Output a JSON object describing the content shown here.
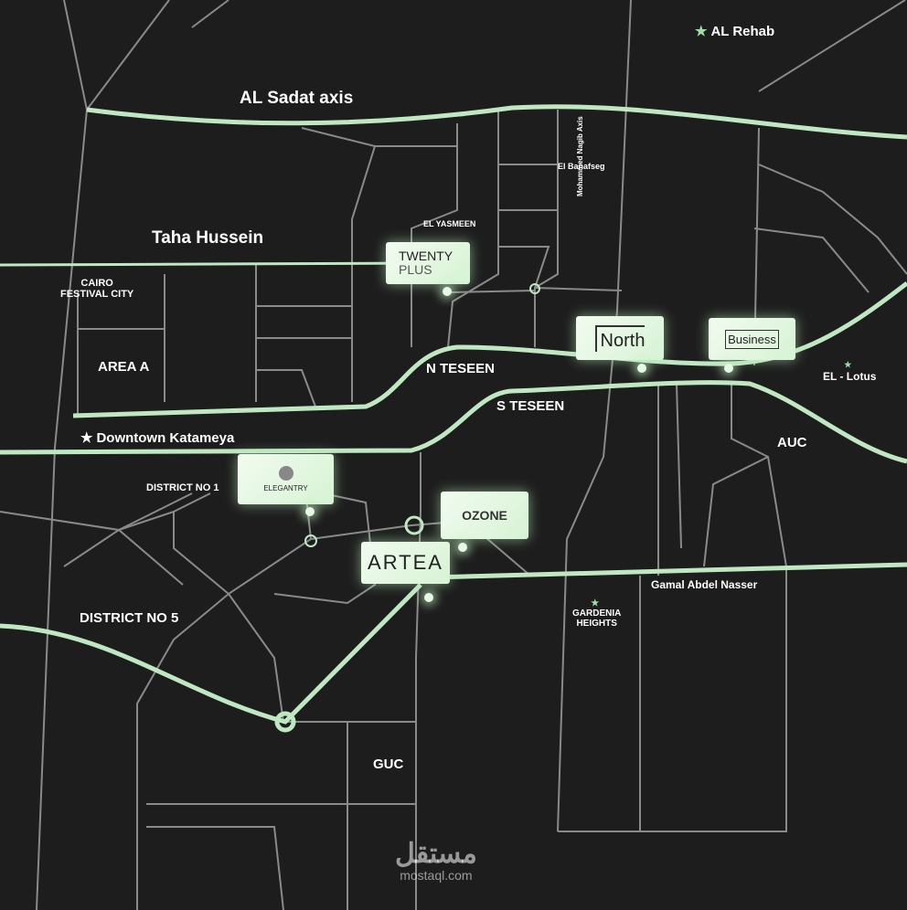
{
  "roads": {
    "axis_sadat": "AL Sadat axis",
    "taha": "Taha Hussein",
    "n_teseen": "N TESEEN",
    "s_teseen": "S TESEEN",
    "gamal": "Gamal Abdel Nasser",
    "naguib": "Mohammed Nagib Axis",
    "banafseg": "El Banafseg",
    "yasmeen": "EL YASMEEN"
  },
  "places": {
    "rehab": "AL Rehab",
    "cfc": "CAIRO\nFESTIVAL CITY",
    "area_a": "AREA A",
    "downtown": "Downtown Katameya",
    "district1": "DISTRICT NO 1",
    "district5": "DISTRICT NO 5",
    "lotus": "EL - Lotus",
    "auc": "AUC",
    "gardenia": "GARDENIA\nHEIGHTS",
    "guc": "GUC"
  },
  "projects": {
    "twenty": "TWENTY",
    "twenty2": "PLUS",
    "north": "North",
    "business": "Business",
    "elegantry": "ELEGANTRY",
    "ozone": "OZONE",
    "artea": "ARTEA"
  },
  "watermark": {
    "arabic": "مستقل",
    "latin": "mostaql.com"
  },
  "colors": {
    "background": "#1d1d1d",
    "main_road": "#bfe8c2",
    "minor_road": "#8a8a8a"
  }
}
